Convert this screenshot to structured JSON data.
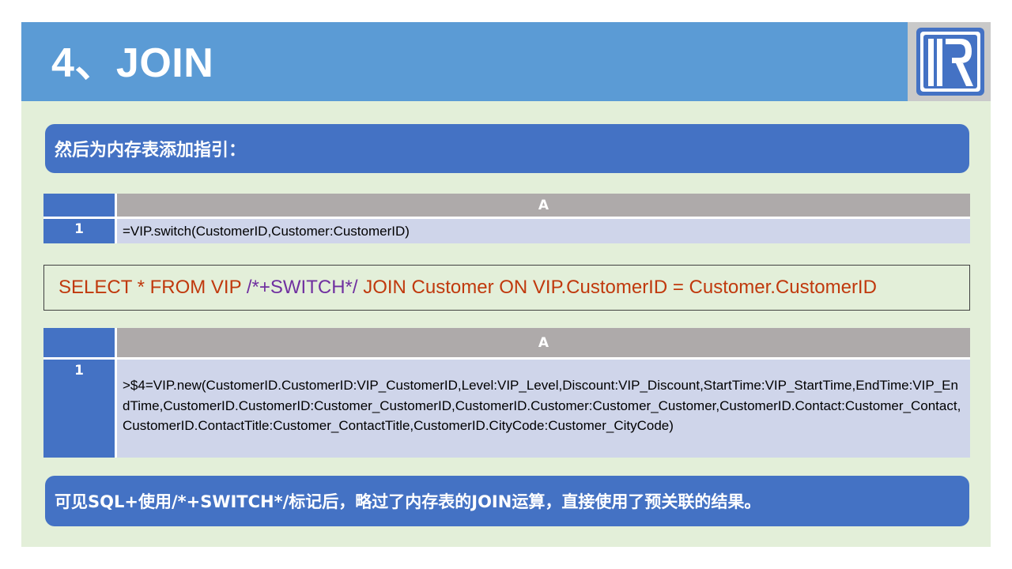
{
  "slide": {
    "title": "4、JOIN",
    "logo": "R"
  },
  "intro": "然后为内存表添加指引：",
  "grid1": {
    "column": "A",
    "row": "1",
    "cell": "=VIP.switch(CustomerID,Customer:CustomerID)"
  },
  "sql": {
    "part1": "SELECT * FROM VIP ",
    "hint": "/*+SWITCH*/",
    "part2": " JOIN Customer ON VIP.CustomerID = Customer.CustomerID"
  },
  "grid2": {
    "column": "A",
    "row": "1",
    "cell": ">$4=VIP.new(CustomerID.CustomerID:VIP_CustomerID,Level:VIP_Level,Discount:VIP_Discount,StartTime:VIP_StartTime,EndTime:VIP_EndTime,CustomerID.CustomerID:Customer_CustomerID,CustomerID.Customer:Customer_Customer,CustomerID.Contact:Customer_Contact,CustomerID.ContactTitle:Customer_ContactTitle,CustomerID.CityCode:Customer_CityCode)"
  },
  "conclusion": "可见SQL+使用/*+SWITCH*/标记后，略过了内存表的JOIN运算，直接使用了预关联的结果。",
  "colors": {
    "header": "#5b9bd5",
    "panel": "#4472c4",
    "background": "#e3efd9",
    "sql_text": "#c0390d",
    "sql_hint": "#7030a0"
  }
}
